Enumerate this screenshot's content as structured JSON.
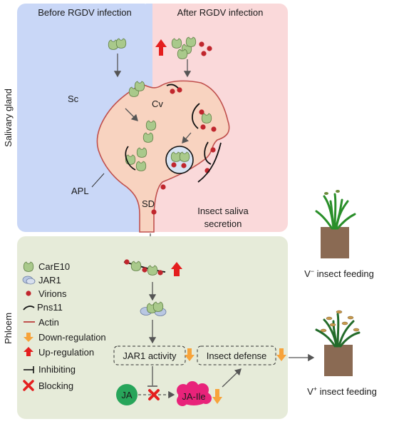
{
  "top_panel": {
    "label_left": "Before RGDV infection",
    "label_right": "After RGDV infection",
    "side_label": "Salivary gland",
    "sc": "Sc",
    "cv": "Cv",
    "apl": "APL",
    "sd": "SD",
    "saliva_line1": "Insect saliva",
    "saliva_line2": "secretion",
    "colors": {
      "left_bg": "#c9d7f7",
      "right_bg": "#fad9da",
      "cell": "#f8d3c0",
      "cell_border": "#c0504d"
    }
  },
  "bottom_panel": {
    "side_label": "Phloem",
    "bg_color": "#e6ebd9",
    "legend": [
      {
        "icon": "carE10-icon",
        "label": "CarE10"
      },
      {
        "icon": "jar1-icon",
        "label": "JAR1"
      },
      {
        "icon": "virion-icon",
        "label": "Virions"
      },
      {
        "icon": "pns11-icon",
        "label": "Pns11"
      },
      {
        "icon": "actin-icon",
        "label": "Actin"
      },
      {
        "icon": "down-arrow-icon",
        "label": "Down-regulation"
      },
      {
        "icon": "up-arrow-icon",
        "label": "Up-regulation"
      },
      {
        "icon": "inhibit-icon",
        "label": "Inhibiting"
      },
      {
        "icon": "block-icon",
        "label": "Blocking"
      }
    ],
    "jar1_activity": "JAR1 activity",
    "insect_defense": "Insect defense",
    "ja": "JA",
    "ja_ile": "JA-Ile"
  },
  "right_side": {
    "v_minus_prefix": "V",
    "v_minus_sup": "−",
    "v_minus_suffix": " insect feeding",
    "v_plus_prefix": "V",
    "v_plus_sup": "+",
    "v_plus_suffix": " insect feeding"
  }
}
